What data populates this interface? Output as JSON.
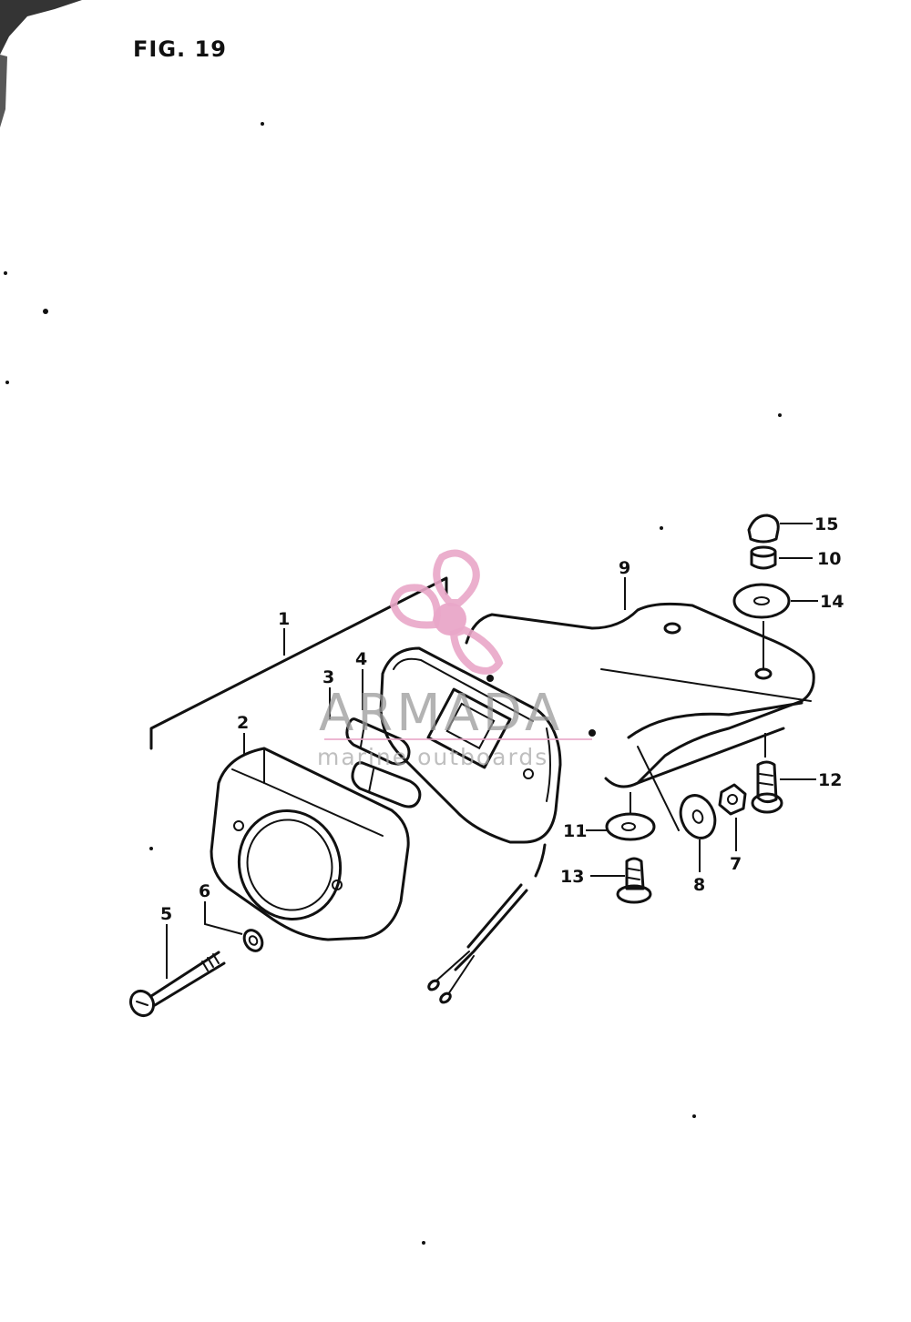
{
  "figure": {
    "title": "FIG. 19"
  },
  "watermark": {
    "name": "ARMADA",
    "tagline": "marine outboards",
    "logo_icon": "pink-propeller-logo",
    "logo_color": "#e9a6c8",
    "text_color": "#9a9a9a"
  },
  "callouts": [
    {
      "id": "1",
      "label": "1"
    },
    {
      "id": "2",
      "label": "2"
    },
    {
      "id": "3",
      "label": "3"
    },
    {
      "id": "4",
      "label": "4"
    },
    {
      "id": "5",
      "label": "5"
    },
    {
      "id": "6",
      "label": "6"
    },
    {
      "id": "7",
      "label": "7"
    },
    {
      "id": "8",
      "label": "8"
    },
    {
      "id": "9",
      "label": "9"
    },
    {
      "id": "10",
      "label": "10"
    },
    {
      "id": "11",
      "label": "11"
    },
    {
      "id": "12",
      "label": "12"
    },
    {
      "id": "13",
      "label": "13"
    },
    {
      "id": "14",
      "label": "14"
    },
    {
      "id": "15",
      "label": "15"
    }
  ],
  "colors": {
    "ink": "#111111",
    "paper": "#ffffff"
  }
}
